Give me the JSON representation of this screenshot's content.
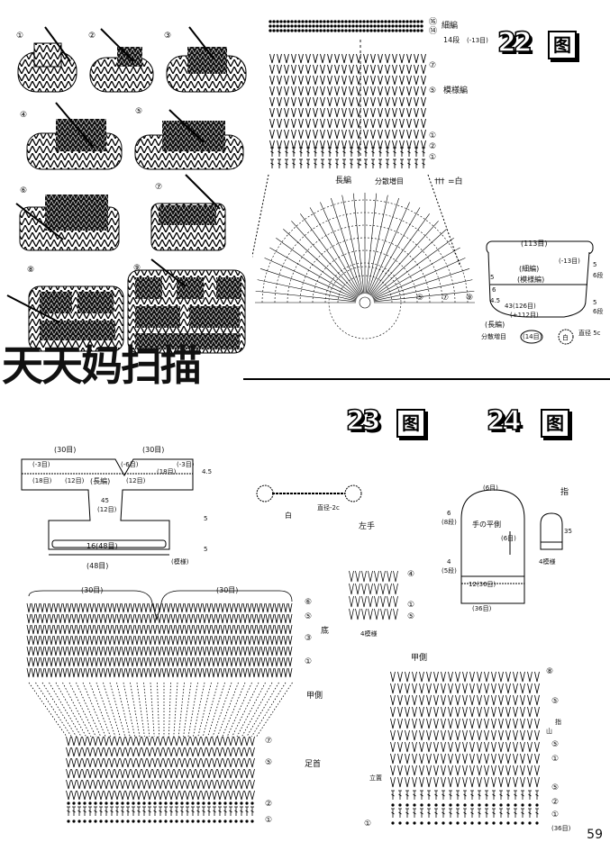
{
  "figures": {
    "fig22": {
      "num": "22",
      "char": "图"
    },
    "fig23": {
      "num": "23",
      "char": "图"
    },
    "fig24": {
      "num": "24",
      "char": "图"
    }
  },
  "watermark": "天天妈扫描",
  "page_number": "59",
  "steps": {
    "numbers": [
      "①",
      "②",
      "③",
      "④",
      "⑤",
      "⑥",
      "⑦",
      "⑧",
      "⑨"
    ]
  },
  "chart22": {
    "rows": [
      "⑯",
      "⑭",
      "⑦",
      "⑤",
      "①",
      "②",
      "①"
    ],
    "label_xibian": "細編",
    "label_rows": "14段",
    "label_rows_note": "(-13目)",
    "label_moyang": "模様編",
    "label_changbian": "長編",
    "label_split": "分散増目",
    "label_white": "=白",
    "fan_marks": [
      "⑤",
      "⑦",
      "⑨"
    ]
  },
  "hat22": {
    "top": "(113目)",
    "note_minus": "(-13目)",
    "xibian": "(細編)",
    "moyang": "(模様編)",
    "dims_right": [
      "5",
      "6段",
      "5",
      "6段"
    ],
    "stitches": "43(126目)",
    "stitches2": "(+112目)",
    "changbian": "(長編)",
    "split": "分散増目",
    "circle": "(14目)",
    "white": "白",
    "cord": "直径 5c",
    "left_top": "5",
    "left_mid": "6",
    "left_dim": "4.5"
  },
  "sweater23": {
    "top_left": "(30目)",
    "top_right": "(30目)",
    "minus_l": "(-3目)",
    "minus_c": "(-6目)",
    "minus_r": "(-3目)",
    "n18l": "(18目)",
    "n12l": "(12目)",
    "changbian": "(長編)",
    "n12r": "(12目)",
    "n18r": "(18目)",
    "center": "45",
    "center2": "(12目)",
    "width": "16(48目)",
    "bottom": "(48目)",
    "right_a": "4.5",
    "right_b": "5",
    "right_c": "5",
    "xiaobian": "(模様)",
    "chart_top_l": "(30目)",
    "chart_top_r": "(30目)",
    "rows": [
      "⑥",
      "⑤",
      "③",
      "①",
      "⑦",
      "⑤",
      "②",
      "①"
    ],
    "label_di": "底",
    "label_jia": "甲側",
    "label_zu": "足首"
  },
  "cord23": {
    "label": "白",
    "note": "直径-2c"
  },
  "glove24": {
    "left_hand": "左手",
    "rows": [
      "④",
      "①",
      "⑤"
    ],
    "pattern": "4模様",
    "top": "(6目)",
    "palm": "手の平側",
    "mid": "(6目)",
    "left_dims": [
      "6",
      "(8段)",
      "4",
      "(5段)"
    ],
    "base": "12(36目)",
    "base2": "(36目)",
    "finger": "指",
    "finger_dims": "35",
    "finger_pattern": "4模様",
    "chart_title": "甲側",
    "chart_rows": [
      "⑧",
      "⑤",
      "⑤",
      "①",
      "⑤",
      "②",
      "①"
    ],
    "finger_label": "指",
    "finger_label2": "山",
    "li": "立置",
    "bottom": "(36目)",
    "left_num": "①"
  }
}
